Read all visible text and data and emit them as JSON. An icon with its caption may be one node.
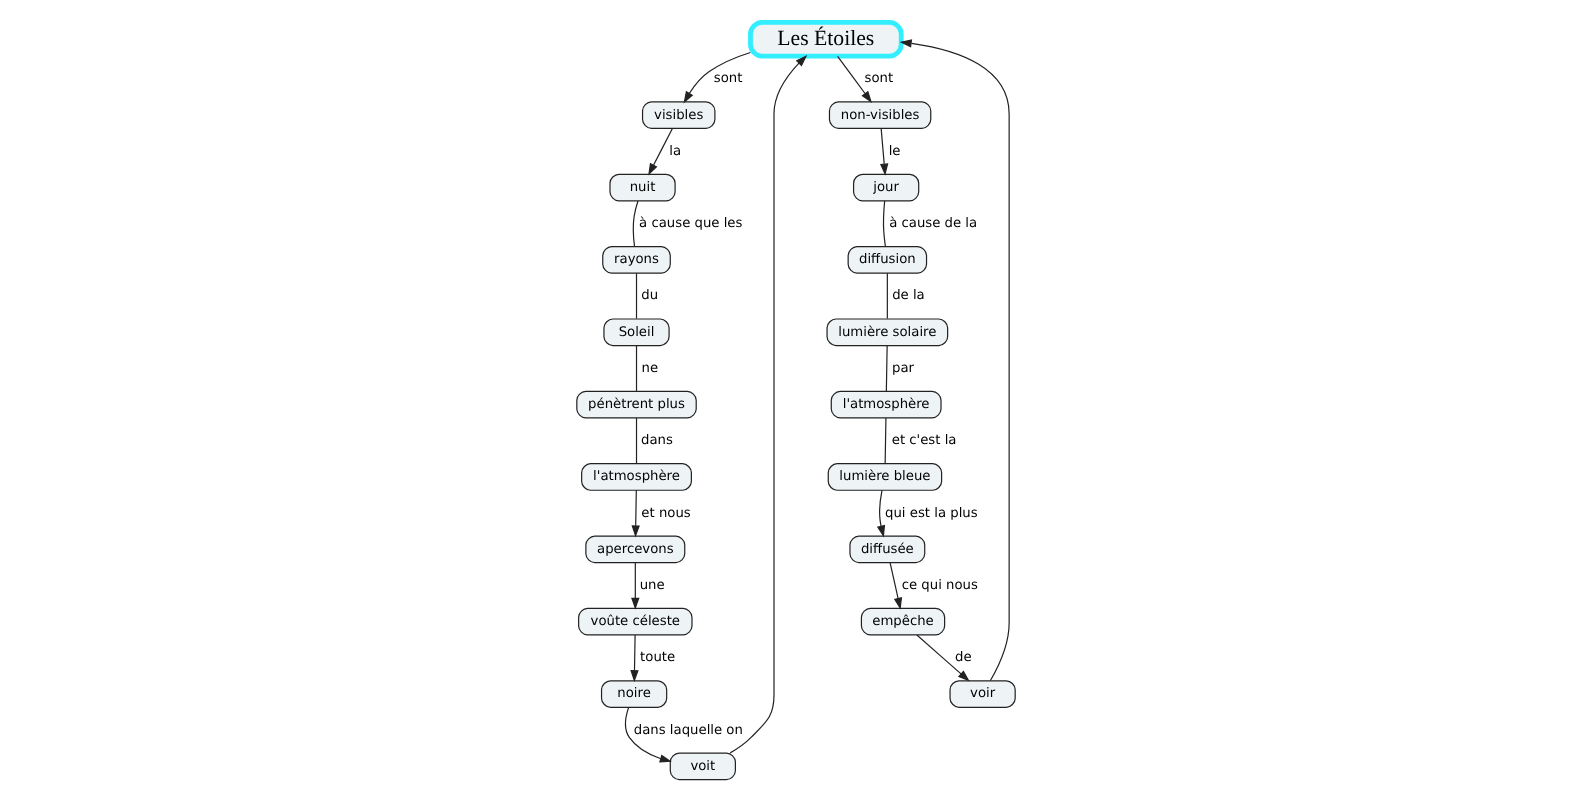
{
  "diagram": {
    "nodes": [
      {
        "text": [
          "Les Étoiles"
        ]
      },
      {
        "text": [
          "nuit"
        ]
      },
      {
        "text": [
          "visibles"
        ]
      },
      {
        "text": [
          "non-visibles"
        ]
      },
      {
        "text": [
          "jour"
        ]
      },
      {
        "text": [
          "voit"
        ]
      },
      {
        "text": [
          "rayons"
        ]
      },
      {
        "text": [
          "diffusion"
        ]
      },
      {
        "text": [
          "Soleil"
        ]
      },
      {
        "text": [
          "noire"
        ]
      },
      {
        "text": [
          "voir"
        ]
      },
      {
        "text": [
          "lumière solaire"
        ]
      },
      {
        "text": [
          "voûte céleste"
        ]
      },
      {
        "text": [
          "pénètrent plus"
        ]
      },
      {
        "text": [
          "empêche"
        ]
      },
      {
        "text": [
          "l'atmosphère"
        ]
      },
      {
        "text": [
          "l'atmosphère"
        ]
      },
      {
        "text": [
          "apercevons"
        ]
      },
      {
        "text": [
          "diffusée"
        ]
      },
      {
        "text": [
          "lumière bleue"
        ]
      }
    ],
    "edges": [
      {
        "from": 0,
        "to": 2,
        "label": "sont",
        "arrow": "to"
      },
      {
        "from": 2,
        "to": 1,
        "label": "la",
        "arrow": "to"
      },
      {
        "from": 0,
        "to": 3,
        "label": "sont",
        "arrow": "to"
      },
      {
        "from": 3,
        "to": 4,
        "label": "le",
        "arrow": "to"
      },
      {
        "from": 1,
        "to": 6,
        "label": "à cause que les",
        "arrow": "none"
      },
      {
        "from": 6,
        "to": 8,
        "label": "du",
        "arrow": "none"
      },
      {
        "from": 8,
        "to": 13,
        "label": "ne",
        "arrow": "none"
      },
      {
        "from": 13,
        "to": 16,
        "label": "dans",
        "arrow": "none"
      },
      {
        "from": 16,
        "to": 17,
        "label": "et nous",
        "arrow": "to"
      },
      {
        "from": 17,
        "to": 12,
        "label": "une",
        "arrow": "to"
      },
      {
        "from": 12,
        "to": 9,
        "label": "toute",
        "arrow": "to"
      },
      {
        "from": 9,
        "to": 5,
        "label": "dans laquelle on",
        "arrow": "to"
      },
      {
        "from": 5,
        "to": 0,
        "arrow": "to"
      },
      {
        "from": 4,
        "to": 7,
        "label": "à cause de la",
        "arrow": "none"
      },
      {
        "from": 7,
        "to": 11,
        "label": "de la",
        "arrow": "none"
      },
      {
        "from": 11,
        "to": 15,
        "label": "par",
        "arrow": "none"
      },
      {
        "from": 15,
        "to": 19,
        "label": "et c'est la",
        "arrow": "none"
      },
      {
        "from": 19,
        "to": 18,
        "label": "qui est la plus",
        "arrow": "to"
      },
      {
        "from": 18,
        "to": 14,
        "label": "ce qui nous",
        "arrow": "to"
      },
      {
        "from": 14,
        "to": 10,
        "label": "de",
        "arrow": "to"
      },
      {
        "from": 10,
        "to": 0,
        "arrow": "to"
      }
    ]
  }
}
